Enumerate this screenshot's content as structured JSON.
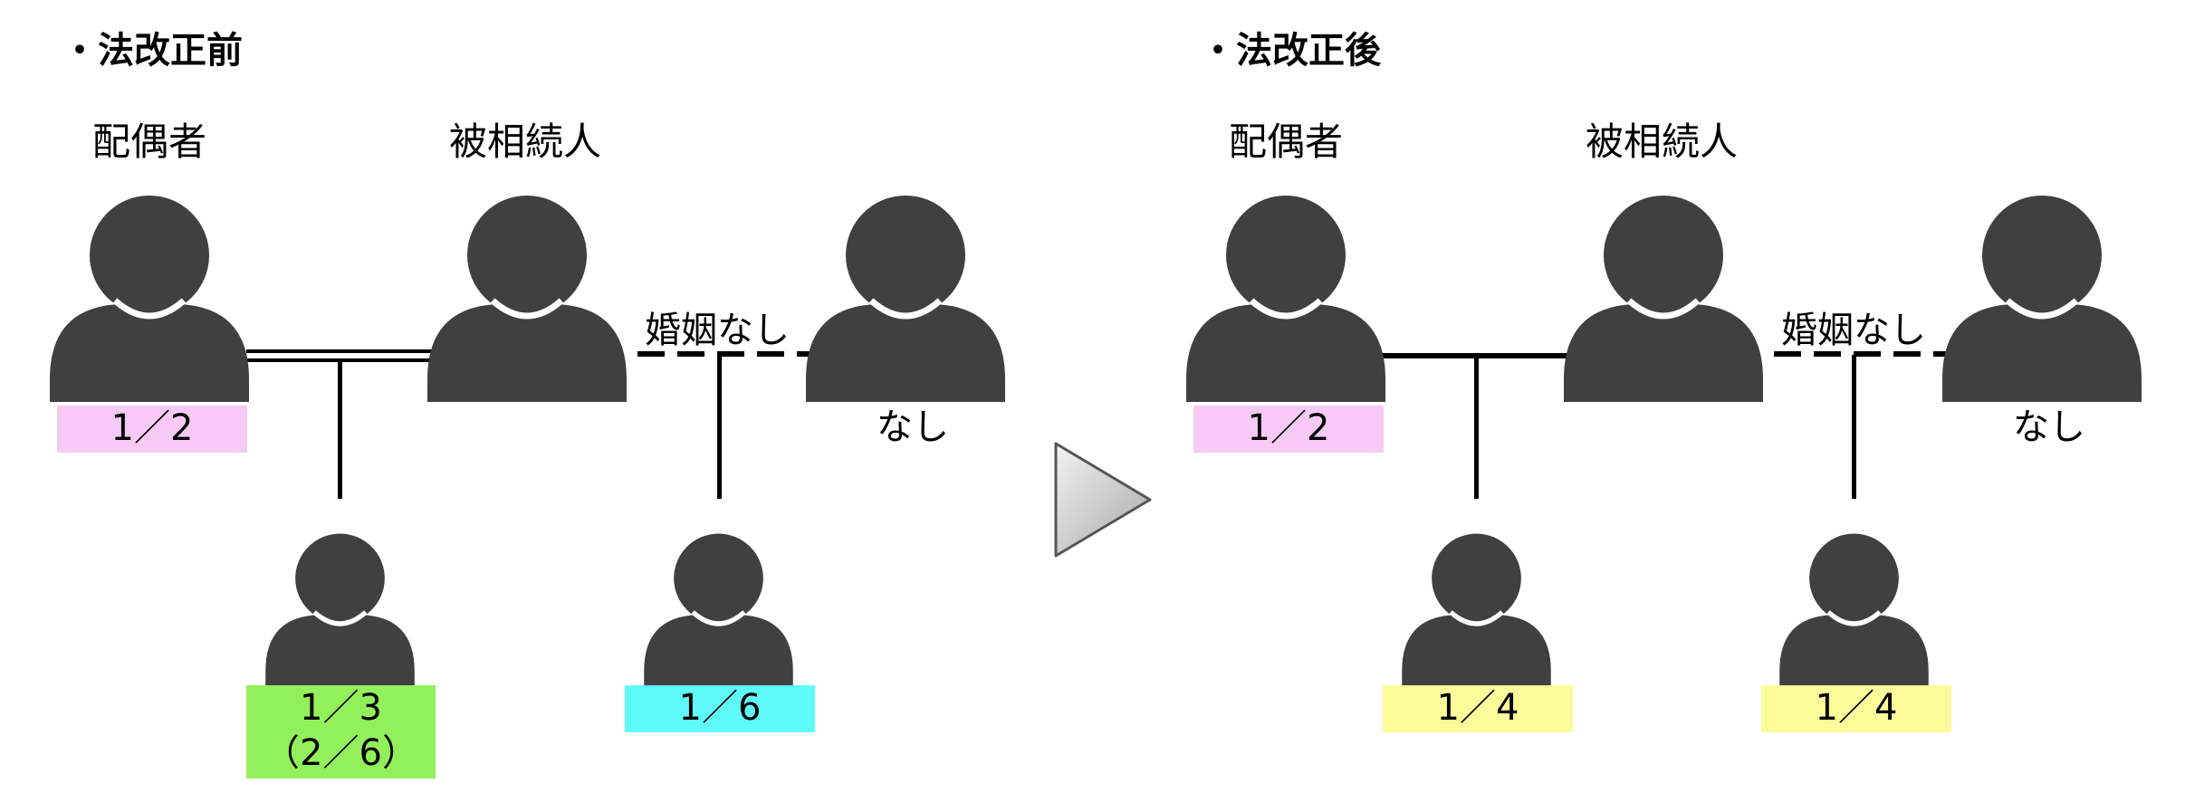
{
  "colors": {
    "figure": "#404040",
    "pink": "#f7c9f5",
    "green": "#92f05b",
    "cyan": "#5ffbfb",
    "yellow": "#fbfb9a",
    "arrow_fill": "#c8c8c8"
  },
  "before": {
    "title": "・法改正前",
    "spouse_label": "配偶者",
    "decedent_label": "被相続人",
    "no_marriage_label": "婚姻なし",
    "partner_share": "なし",
    "spouse_share": "1／2",
    "legit_child_share": "1／3",
    "legit_child_share_sub": "（2／6）",
    "nonmarital_child_share": "1／6"
  },
  "after": {
    "title": "・法改正後",
    "spouse_label": "配偶者",
    "decedent_label": "被相続人",
    "no_marriage_label": "婚姻なし",
    "partner_share": "なし",
    "spouse_share": "1／2",
    "legit_child_share": "1／4",
    "nonmarital_child_share": "1／4"
  },
  "icons": {
    "person": "person-icon",
    "arrow": "triangle-arrow-icon"
  }
}
